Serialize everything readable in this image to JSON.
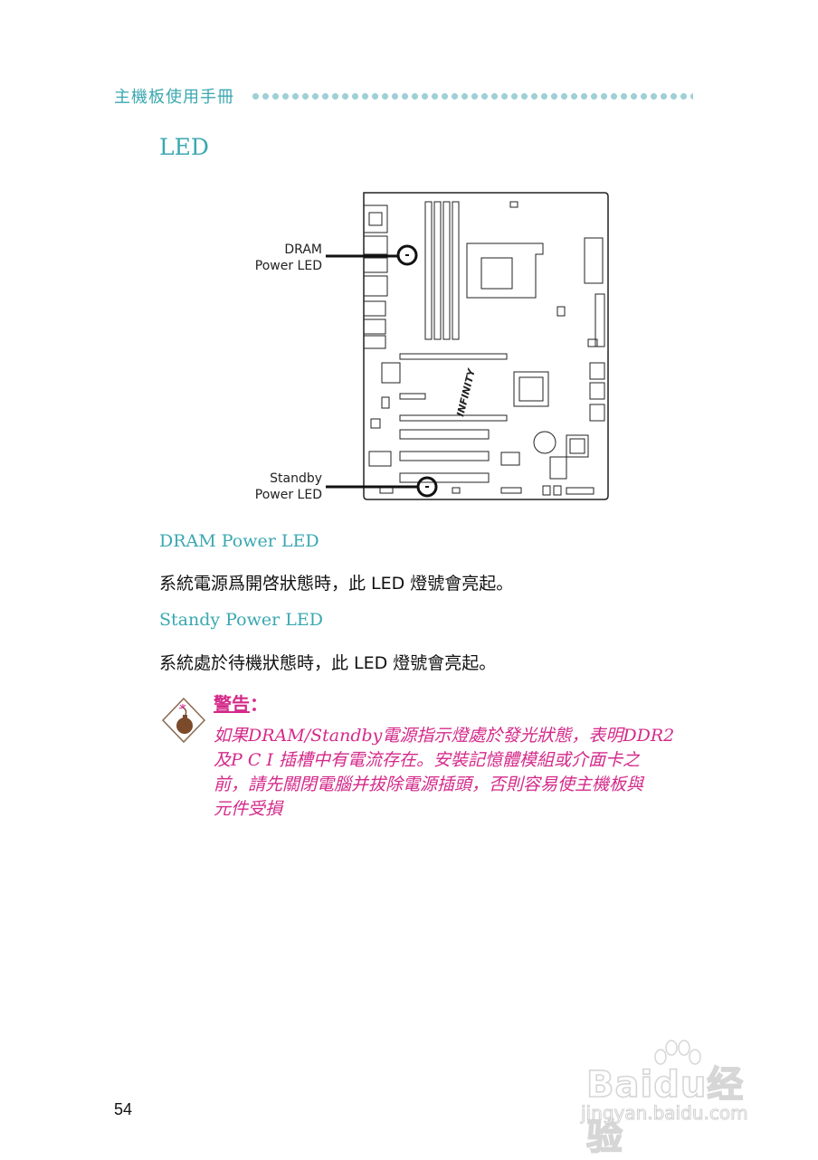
{
  "header": {
    "title": "主機板使用手冊"
  },
  "section": {
    "title": "LED"
  },
  "figure": {
    "callout_dram_line1": "DRAM",
    "callout_dram_line2": "Power LED",
    "callout_standby_line1": "Standby",
    "callout_standby_line2": "Power LED",
    "board_logo_text": "INFINITY"
  },
  "dram": {
    "heading": "DRAM Power LED",
    "text": "系統電源爲開啓狀態時，此 LED 燈號會亮起。"
  },
  "standby": {
    "heading": "Standy Power LED",
    "text": "系統處於待機狀態時，此 LED 燈號會亮起。"
  },
  "warning": {
    "title": "警告",
    "colon": "：",
    "line1": "如果DRAM/Standby電源指示燈處於發光狀態，表明DDR2",
    "line2": "及P C I 插槽中有電流存在。安裝記憶體模組或介面卡之",
    "line3": "前，請先關閉電腦并拔除電源插頭，否則容易使主機板與",
    "line4": "元件受損",
    "icon": "bomb-warning-icon",
    "color": "#d42a8a"
  },
  "page_number": "54",
  "watermark": {
    "brand": "Baidu经验",
    "url": "jingyan.baidu.com"
  },
  "colors": {
    "accent": "#3aa8b0",
    "warning": "#d42a8a"
  }
}
